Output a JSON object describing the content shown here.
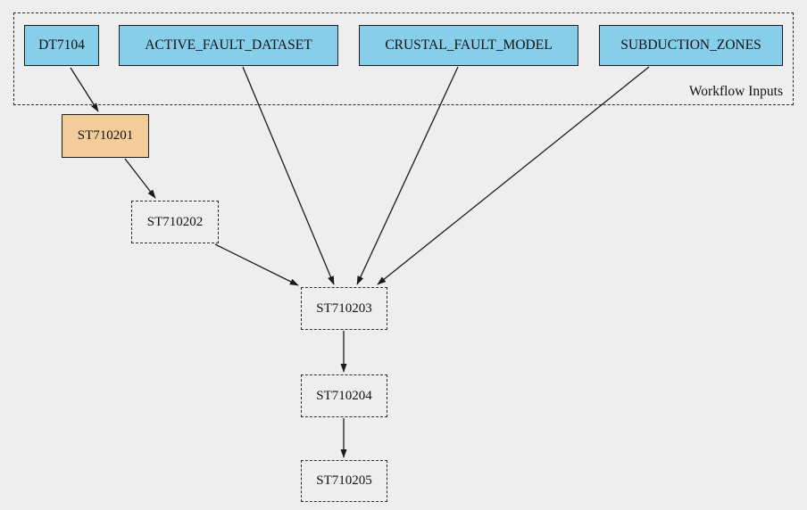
{
  "diagram": {
    "background_color": "#EEEEEE",
    "cluster": {
      "label": "Workflow Inputs",
      "border_style": "dashed"
    },
    "nodes": {
      "dt7104": {
        "label": "DT7104",
        "kind": "workflow-input",
        "fill": "#87CEEB",
        "border": "solid"
      },
      "active_fault_dataset": {
        "label": "ACTIVE_FAULT_DATASET",
        "kind": "workflow-input",
        "fill": "#87CEEB",
        "border": "solid"
      },
      "crustal_fault_model": {
        "label": "CRUSTAL_FAULT_MODEL",
        "kind": "workflow-input",
        "fill": "#87CEEB",
        "border": "solid"
      },
      "subduction_zones": {
        "label": "SUBDUCTION_ZONES",
        "kind": "workflow-input",
        "fill": "#87CEEB",
        "border": "solid"
      },
      "st710201": {
        "label": "ST710201",
        "kind": "step",
        "fill": "#F2CC99",
        "border": "solid"
      },
      "st710202": {
        "label": "ST710202",
        "kind": "step",
        "fill": "none",
        "border": "dashed"
      },
      "st710203": {
        "label": "ST710203",
        "kind": "step",
        "fill": "none",
        "border": "dashed"
      },
      "st710204": {
        "label": "ST710204",
        "kind": "step",
        "fill": "none",
        "border": "dashed"
      },
      "st710205": {
        "label": "ST710205",
        "kind": "step",
        "fill": "none",
        "border": "dashed"
      }
    },
    "edges": [
      {
        "from": "DT7104",
        "to": "ST710201"
      },
      {
        "from": "ST710201",
        "to": "ST710202"
      },
      {
        "from": "ST710202",
        "to": "ST710203"
      },
      {
        "from": "ACTIVE_FAULT_DATASET",
        "to": "ST710203"
      },
      {
        "from": "CRUSTAL_FAULT_MODEL",
        "to": "ST710203"
      },
      {
        "from": "SUBDUCTION_ZONES",
        "to": "ST710203"
      },
      {
        "from": "ST710203",
        "to": "ST710204"
      },
      {
        "from": "ST710204",
        "to": "ST710205"
      }
    ],
    "colors": {
      "input_fill": "#87CEEB",
      "step_fill": "#F2CC99",
      "line": "#1a1a1a",
      "background": "#EEEEEE"
    }
  }
}
